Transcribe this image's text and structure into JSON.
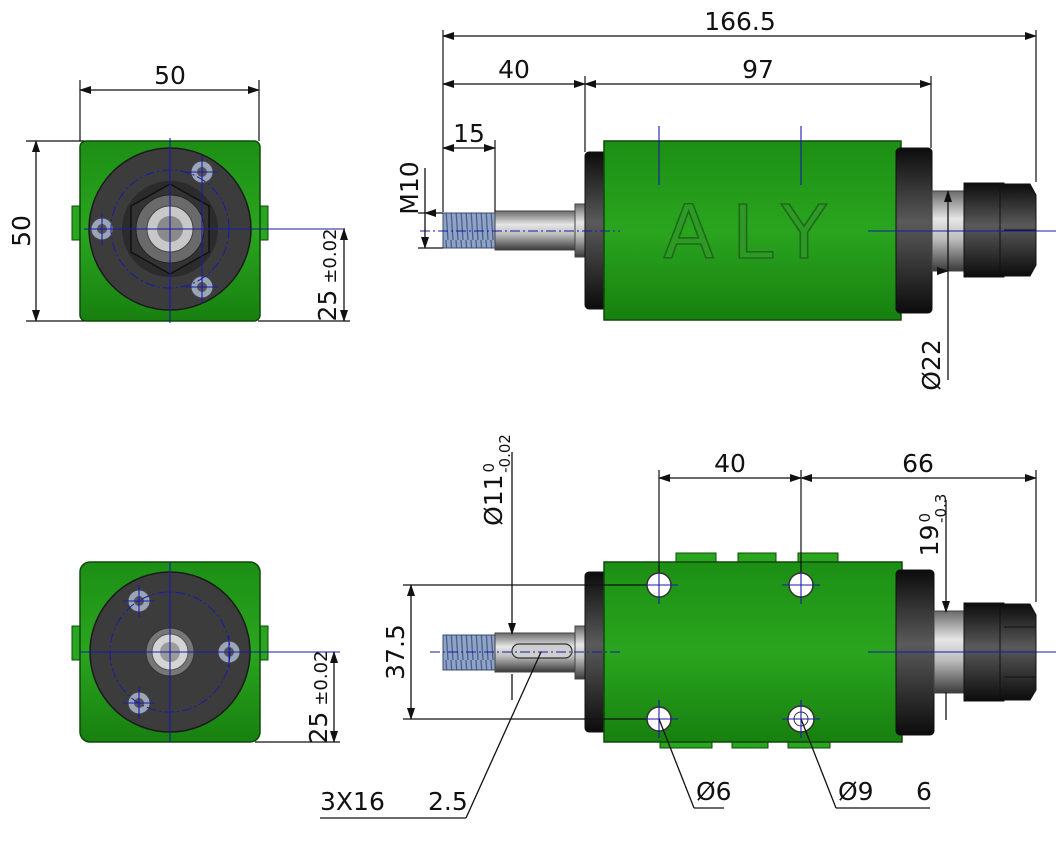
{
  "drawing": {
    "brand": "ALY",
    "colors": {
      "housing": "#22a01a",
      "housing_dark": "#14600e",
      "steel": "#3a3a3a",
      "thread": "#7f93b8",
      "centerline": "#1a1aa8"
    },
    "top_end_view": {
      "width": "50",
      "height": "50",
      "offset": "25",
      "offset_tol": "±0.02"
    },
    "top_side_view": {
      "overall": "166.5",
      "shaft_length": "40",
      "body_length": "97",
      "thread_length": "15",
      "thread": "M10",
      "collet_dia": "Ø22"
    },
    "bottom_end_view": {
      "offset": "25",
      "offset_tol": "±0.02"
    },
    "bottom_side_view": {
      "shaft_dia": "Ø11",
      "shaft_tol_upper": "0",
      "shaft_tol_lower": "-0.02",
      "hole_spacing_x": "40",
      "hole_to_end": "66",
      "hole_spacing_y": "37.5",
      "ref_dim": "19",
      "ref_tol_upper": "0",
      "ref_tol_lower": "-0.3",
      "hole_small": "Ø6",
      "hole_large": "Ø9",
      "hole_large_depth": "6",
      "key": "3X16",
      "key_depth": "2.5"
    }
  }
}
